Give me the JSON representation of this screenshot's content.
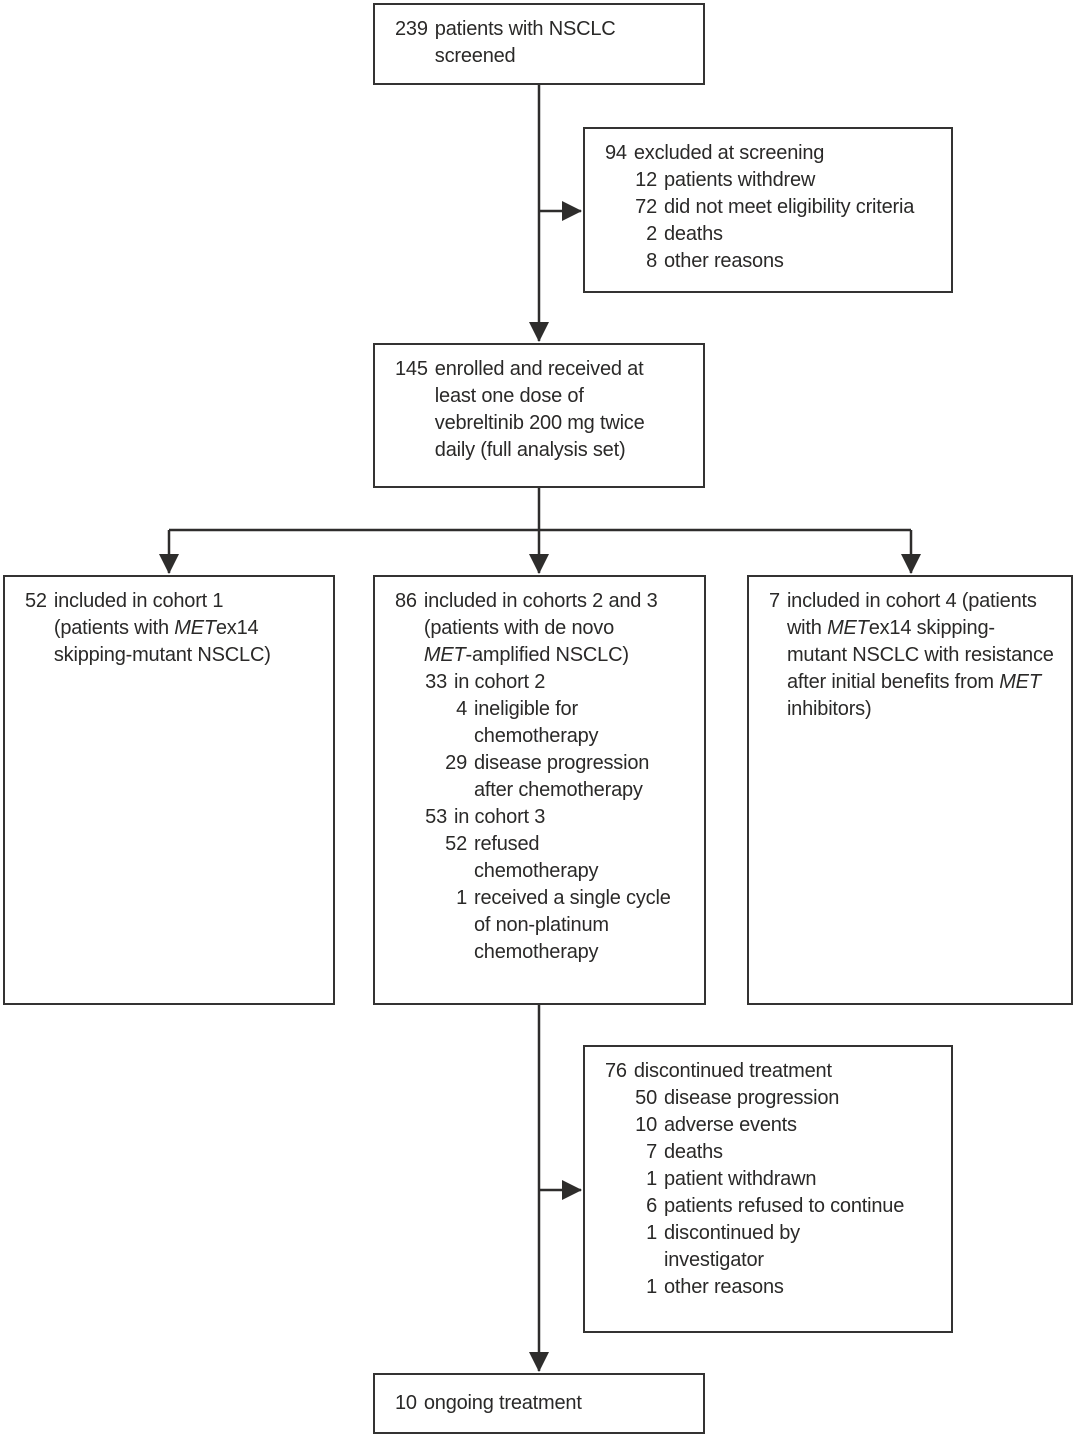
{
  "figure": {
    "title": "Trial profile flow diagram",
    "background_color": "#ffffff",
    "box_border_color": "#343332",
    "arrow_color": "#2e2d2c",
    "text_color": "#2a2928"
  },
  "boxes": {
    "screened": {
      "lines": [
        {
          "indent": 0,
          "num": "239",
          "segments": [
            {
              "t": "patients with NSCLC\nscreened"
            }
          ]
        }
      ]
    },
    "excluded": {
      "lines": [
        {
          "indent": 0,
          "num": "94",
          "segments": [
            {
              "t": "excluded at screening"
            }
          ]
        },
        {
          "indent": 1,
          "num": "12",
          "segments": [
            {
              "t": "patients withdrew"
            }
          ]
        },
        {
          "indent": 1,
          "num": "72",
          "segments": [
            {
              "t": "did not meet eligibility criteria"
            }
          ]
        },
        {
          "indent": 1,
          "num": "2",
          "segments": [
            {
              "t": "deaths"
            }
          ]
        },
        {
          "indent": 1,
          "num": "8",
          "segments": [
            {
              "t": "other reasons"
            }
          ]
        }
      ]
    },
    "enrolled": {
      "lines": [
        {
          "indent": 0,
          "num": "145",
          "segments": [
            {
              "t": "enrolled and received at\nleast one dose of\nvebreltinib 200 mg twice\ndaily (full analysis set)"
            }
          ]
        }
      ]
    },
    "cohort1": {
      "lines": [
        {
          "indent": 0,
          "num": "52",
          "segments": [
            {
              "t": "included in cohort 1\n(patients with "
            },
            {
              "t": "MET",
              "italic": true
            },
            {
              "t": "ex14\nskipping-mutant NSCLC)"
            }
          ]
        }
      ]
    },
    "cohorts23": {
      "lines": [
        {
          "indent": 0,
          "num": "86",
          "segments": [
            {
              "t": "included in cohorts 2 and 3\n(patients with de novo\n"
            },
            {
              "t": "MET",
              "italic": true
            },
            {
              "t": "-amplified NSCLC)"
            }
          ]
        },
        {
          "indent": 1,
          "num": "33",
          "segments": [
            {
              "t": "in cohort 2"
            }
          ]
        },
        {
          "indent": 2,
          "num": "4",
          "segments": [
            {
              "t": "ineligible for\nchemotherapy"
            }
          ]
        },
        {
          "indent": 2,
          "num": "29",
          "segments": [
            {
              "t": "disease progression\nafter chemotherapy"
            }
          ]
        },
        {
          "indent": 1,
          "num": "53",
          "segments": [
            {
              "t": "in cohort 3"
            }
          ]
        },
        {
          "indent": 2,
          "num": "52",
          "segments": [
            {
              "t": "refused\nchemotherapy"
            }
          ]
        },
        {
          "indent": 2,
          "num": "1",
          "segments": [
            {
              "t": "received a single cycle\nof non-platinum\nchemotherapy"
            }
          ]
        }
      ]
    },
    "cohort4": {
      "lines": [
        {
          "indent": 0,
          "num": "7",
          "segments": [
            {
              "t": "included in cohort 4 (patients\nwith "
            },
            {
              "t": "MET",
              "italic": true
            },
            {
              "t": "ex14 skipping-\nmutant NSCLC with resistance\nafter initial benefits from "
            },
            {
              "t": "MET",
              "italic": true
            },
            {
              "t": "\ninhibitors)"
            }
          ]
        }
      ]
    },
    "discontinued": {
      "lines": [
        {
          "indent": 0,
          "num": "76",
          "segments": [
            {
              "t": "discontinued treatment"
            }
          ]
        },
        {
          "indent": 1,
          "num": "50",
          "segments": [
            {
              "t": "disease progression"
            }
          ]
        },
        {
          "indent": 1,
          "num": "10",
          "segments": [
            {
              "t": "adverse events"
            }
          ]
        },
        {
          "indent": 1,
          "num": "7",
          "segments": [
            {
              "t": "deaths"
            }
          ]
        },
        {
          "indent": 1,
          "num": "1",
          "segments": [
            {
              "t": "patient withdrawn"
            }
          ]
        },
        {
          "indent": 1,
          "num": "6",
          "segments": [
            {
              "t": "patients refused to continue"
            }
          ]
        },
        {
          "indent": 1,
          "num": "1",
          "segments": [
            {
              "t": "discontinued by\ninvestigator"
            }
          ]
        },
        {
          "indent": 1,
          "num": "1",
          "segments": [
            {
              "t": "other reasons"
            }
          ]
        }
      ]
    },
    "ongoing": {
      "lines": [
        {
          "indent": 0,
          "num": "10",
          "segments": [
            {
              "t": "ongoing treatment"
            }
          ]
        }
      ]
    }
  }
}
